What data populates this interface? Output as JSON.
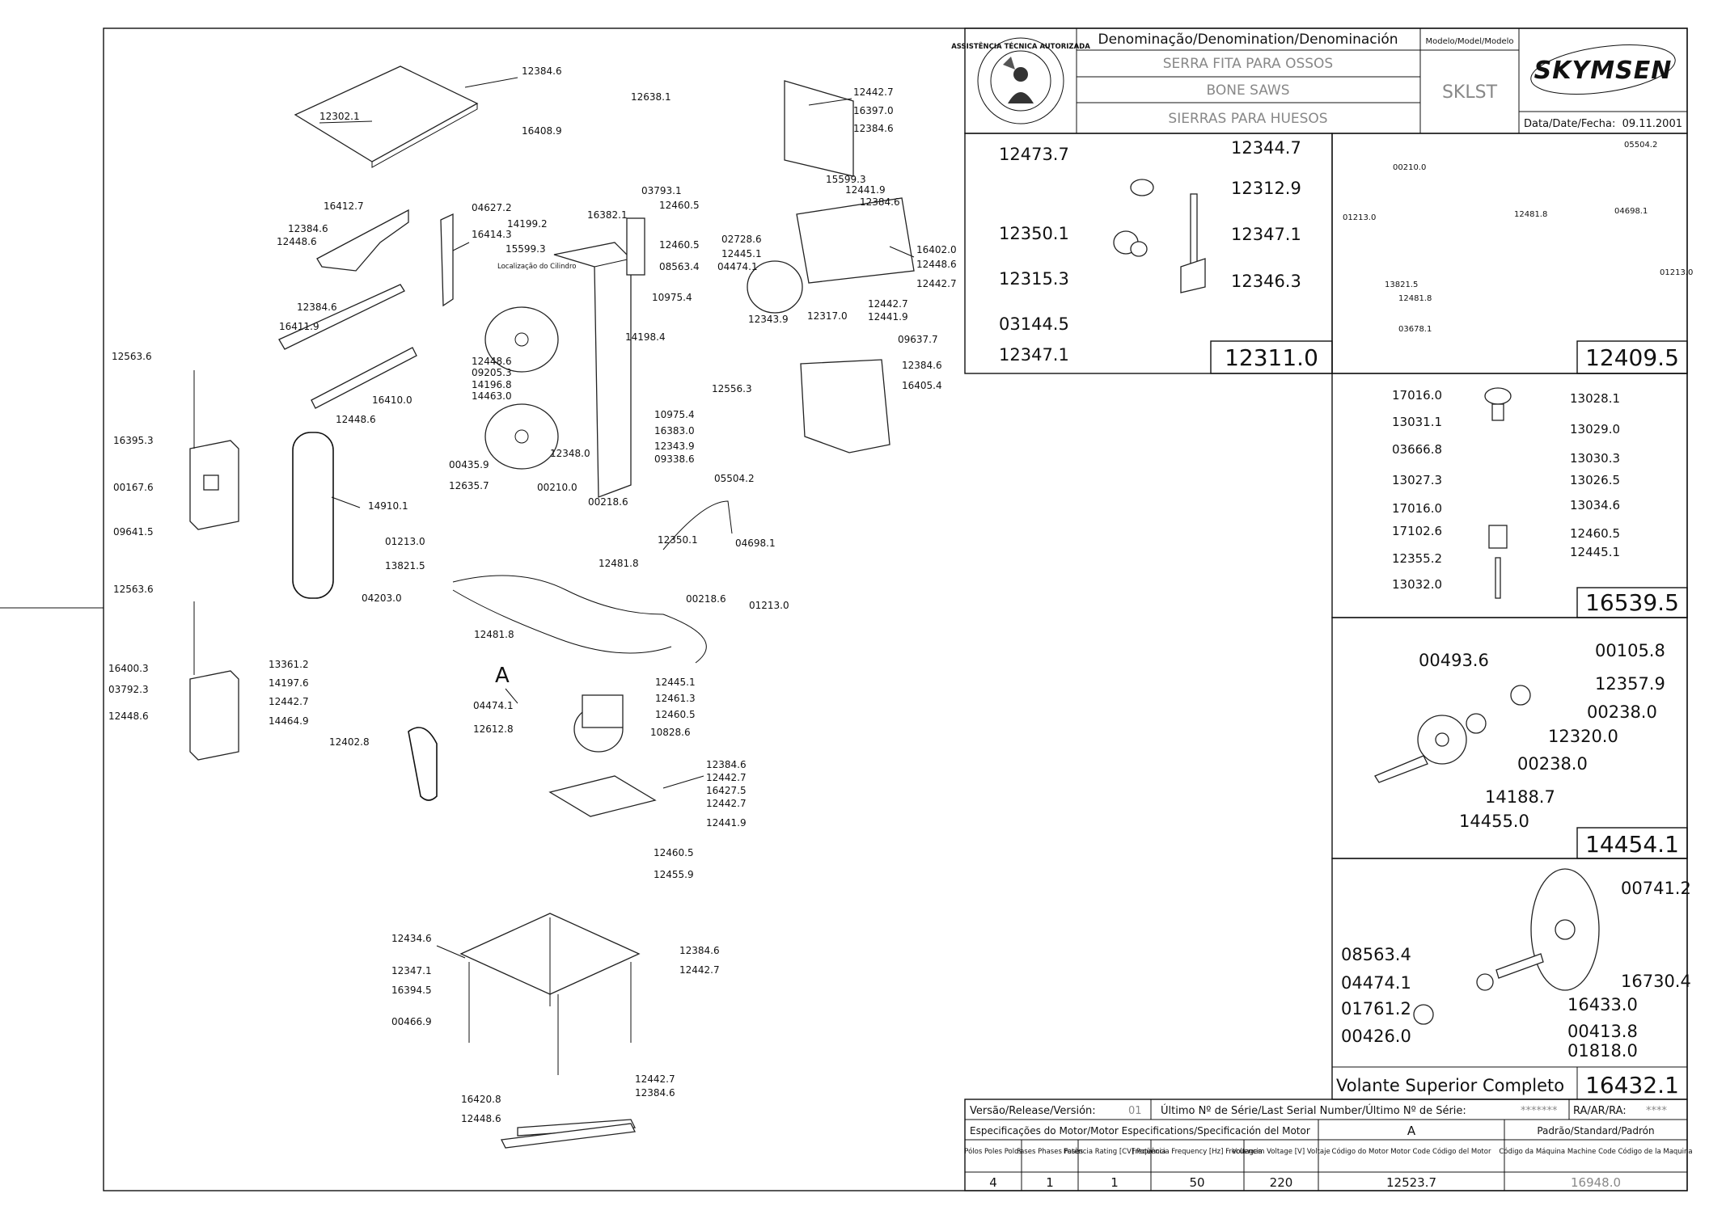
{
  "title_block": {
    "denomination_header": "Denominação/Denomination/Denominación",
    "names": [
      "SERRA FITA PARA OSSOS",
      "BONE SAWS",
      "SIERRAS PARA HUESOS"
    ],
    "model_header": "Modelo/Model/Modelo",
    "model": "SKLST",
    "brand": "SKYMSEN",
    "seal_text": "ASSISTÊNCIA TÉCNICA AUTORIZADA",
    "date_label": "Data/Date/Fecha:",
    "date": "09.11.2001"
  },
  "main_callouts": [
    "12384.6",
    "12302.1",
    "16408.9",
    "12638.1",
    "12442.7",
    "16397.0",
    "12384.6",
    "16412.7",
    "12384.6",
    "12448.6",
    "04627.2",
    "16414.3",
    "14199.2",
    "15599.3",
    "Localização do Cilindro",
    "03793.1",
    "12460.5",
    "16382.1",
    "12460.5",
    "08563.4",
    "02728.6",
    "12445.1",
    "04474.1",
    "15599.3",
    "12441.9",
    "12384.6",
    "16402.0",
    "12448.6",
    "12442.7",
    "12442.7",
    "12441.9",
    "12317.0",
    "12343.9",
    "10975.4",
    "14198.4",
    "09637.7",
    "12384.6",
    "16405.4",
    "12384.6",
    "16411.9",
    "16410.0",
    "12448.6",
    "12556.3",
    "12448.6",
    "09205.3",
    "14196.8",
    "14463.0",
    "10975.4",
    "16383.0",
    "12343.9",
    "09338.6",
    "00435.9",
    "12348.0",
    "12635.7",
    "12563.6",
    "16395.3",
    "00167.6",
    "09641.5",
    "14910.1",
    "00210.0",
    "05504.2",
    "00218.6",
    "12350.1",
    "04698.1",
    "01213.0",
    "13821.5",
    "12481.8",
    "04203.0",
    "12481.8",
    "00218.6",
    "01213.0",
    "12563.6",
    "A",
    "16400.3",
    "03792.3",
    "13361.2",
    "14197.6",
    "12442.7",
    "14464.9",
    "12448.6",
    "04474.1",
    "12445.1",
    "12461.3",
    "12460.5",
    "12612.8",
    "10828.6",
    "12402.8",
    "12384.6",
    "12442.7",
    "16427.5",
    "12442.7",
    "12441.9",
    "12460.5",
    "12455.9",
    "12434.6",
    "12384.6",
    "12347.1",
    "12442.7",
    "16394.5",
    "00466.9",
    "12442.7",
    "12384.6",
    "16420.8",
    "12448.6"
  ],
  "subassemblies": [
    {
      "code": "12311.0",
      "callouts": [
        "12473.7",
        "12344.7",
        "12312.9",
        "12350.1",
        "12347.1",
        "12315.3",
        "12346.3",
        "03144.5",
        "12347.1"
      ]
    },
    {
      "code": "12409.5",
      "callouts": [
        "05504.2",
        "00210.0",
        "01213.0",
        "12481.8",
        "04698.1",
        "01213.0",
        "13821.5",
        "12481.8",
        "03678.1"
      ]
    },
    {
      "code": "16539.5",
      "callouts": [
        "17016.0",
        "13028.1",
        "13031.1",
        "13029.0",
        "03666.8",
        "13030.3",
        "13027.3",
        "13026.5",
        "17016.0",
        "13034.6",
        "17102.6",
        "12460.5",
        "12355.2",
        "12445.1",
        "13032.0"
      ]
    },
    {
      "code": "14454.1",
      "callouts": [
        "00493.6",
        "00105.8",
        "12357.9",
        "00238.0",
        "12320.0",
        "00238.0",
        "14188.7",
        "14455.0"
      ]
    },
    {
      "code": "16432.1",
      "title": "Volante Superior Completo",
      "callouts": [
        "00741.2",
        "08563.4",
        "04474.1",
        "01761.2",
        "00426.0",
        "16730.4",
        "16433.0",
        "00413.8",
        "01818.0"
      ]
    }
  ],
  "footer": {
    "release_label": "Versão/Release/Versión:",
    "release_value": "01",
    "serial_label": "Último Nº de Série/Last Serial Number/Último Nº de Série:",
    "serial_value": "*******",
    "ra_label": "RA/AR/RA:",
    "ra_value": "****",
    "motor_spec_label": "Especificações do Motor/Motor Especifications/Specificación del Motor",
    "motor_col_a": "A",
    "standard_label": "Padrão/Standard/Padrón",
    "columns": [
      {
        "header": "Pólos Poles Polos",
        "value": "4"
      },
      {
        "header": "Fases Phases Fases",
        "value": "1"
      },
      {
        "header": "Potência Rating [CV] Potencia",
        "value": "1"
      },
      {
        "header": "Freqüência Frequency [Hz] Frecuencia",
        "value": "50"
      },
      {
        "header": "Voltagem Voltage [V] Voltaje",
        "value": "220"
      },
      {
        "header": "Código do Motor Motor Code Código del Motor",
        "value": "12523.7"
      },
      {
        "header": "Código da Máquina Machine Code Código de la Maquina",
        "value": "16948.0"
      }
    ]
  }
}
